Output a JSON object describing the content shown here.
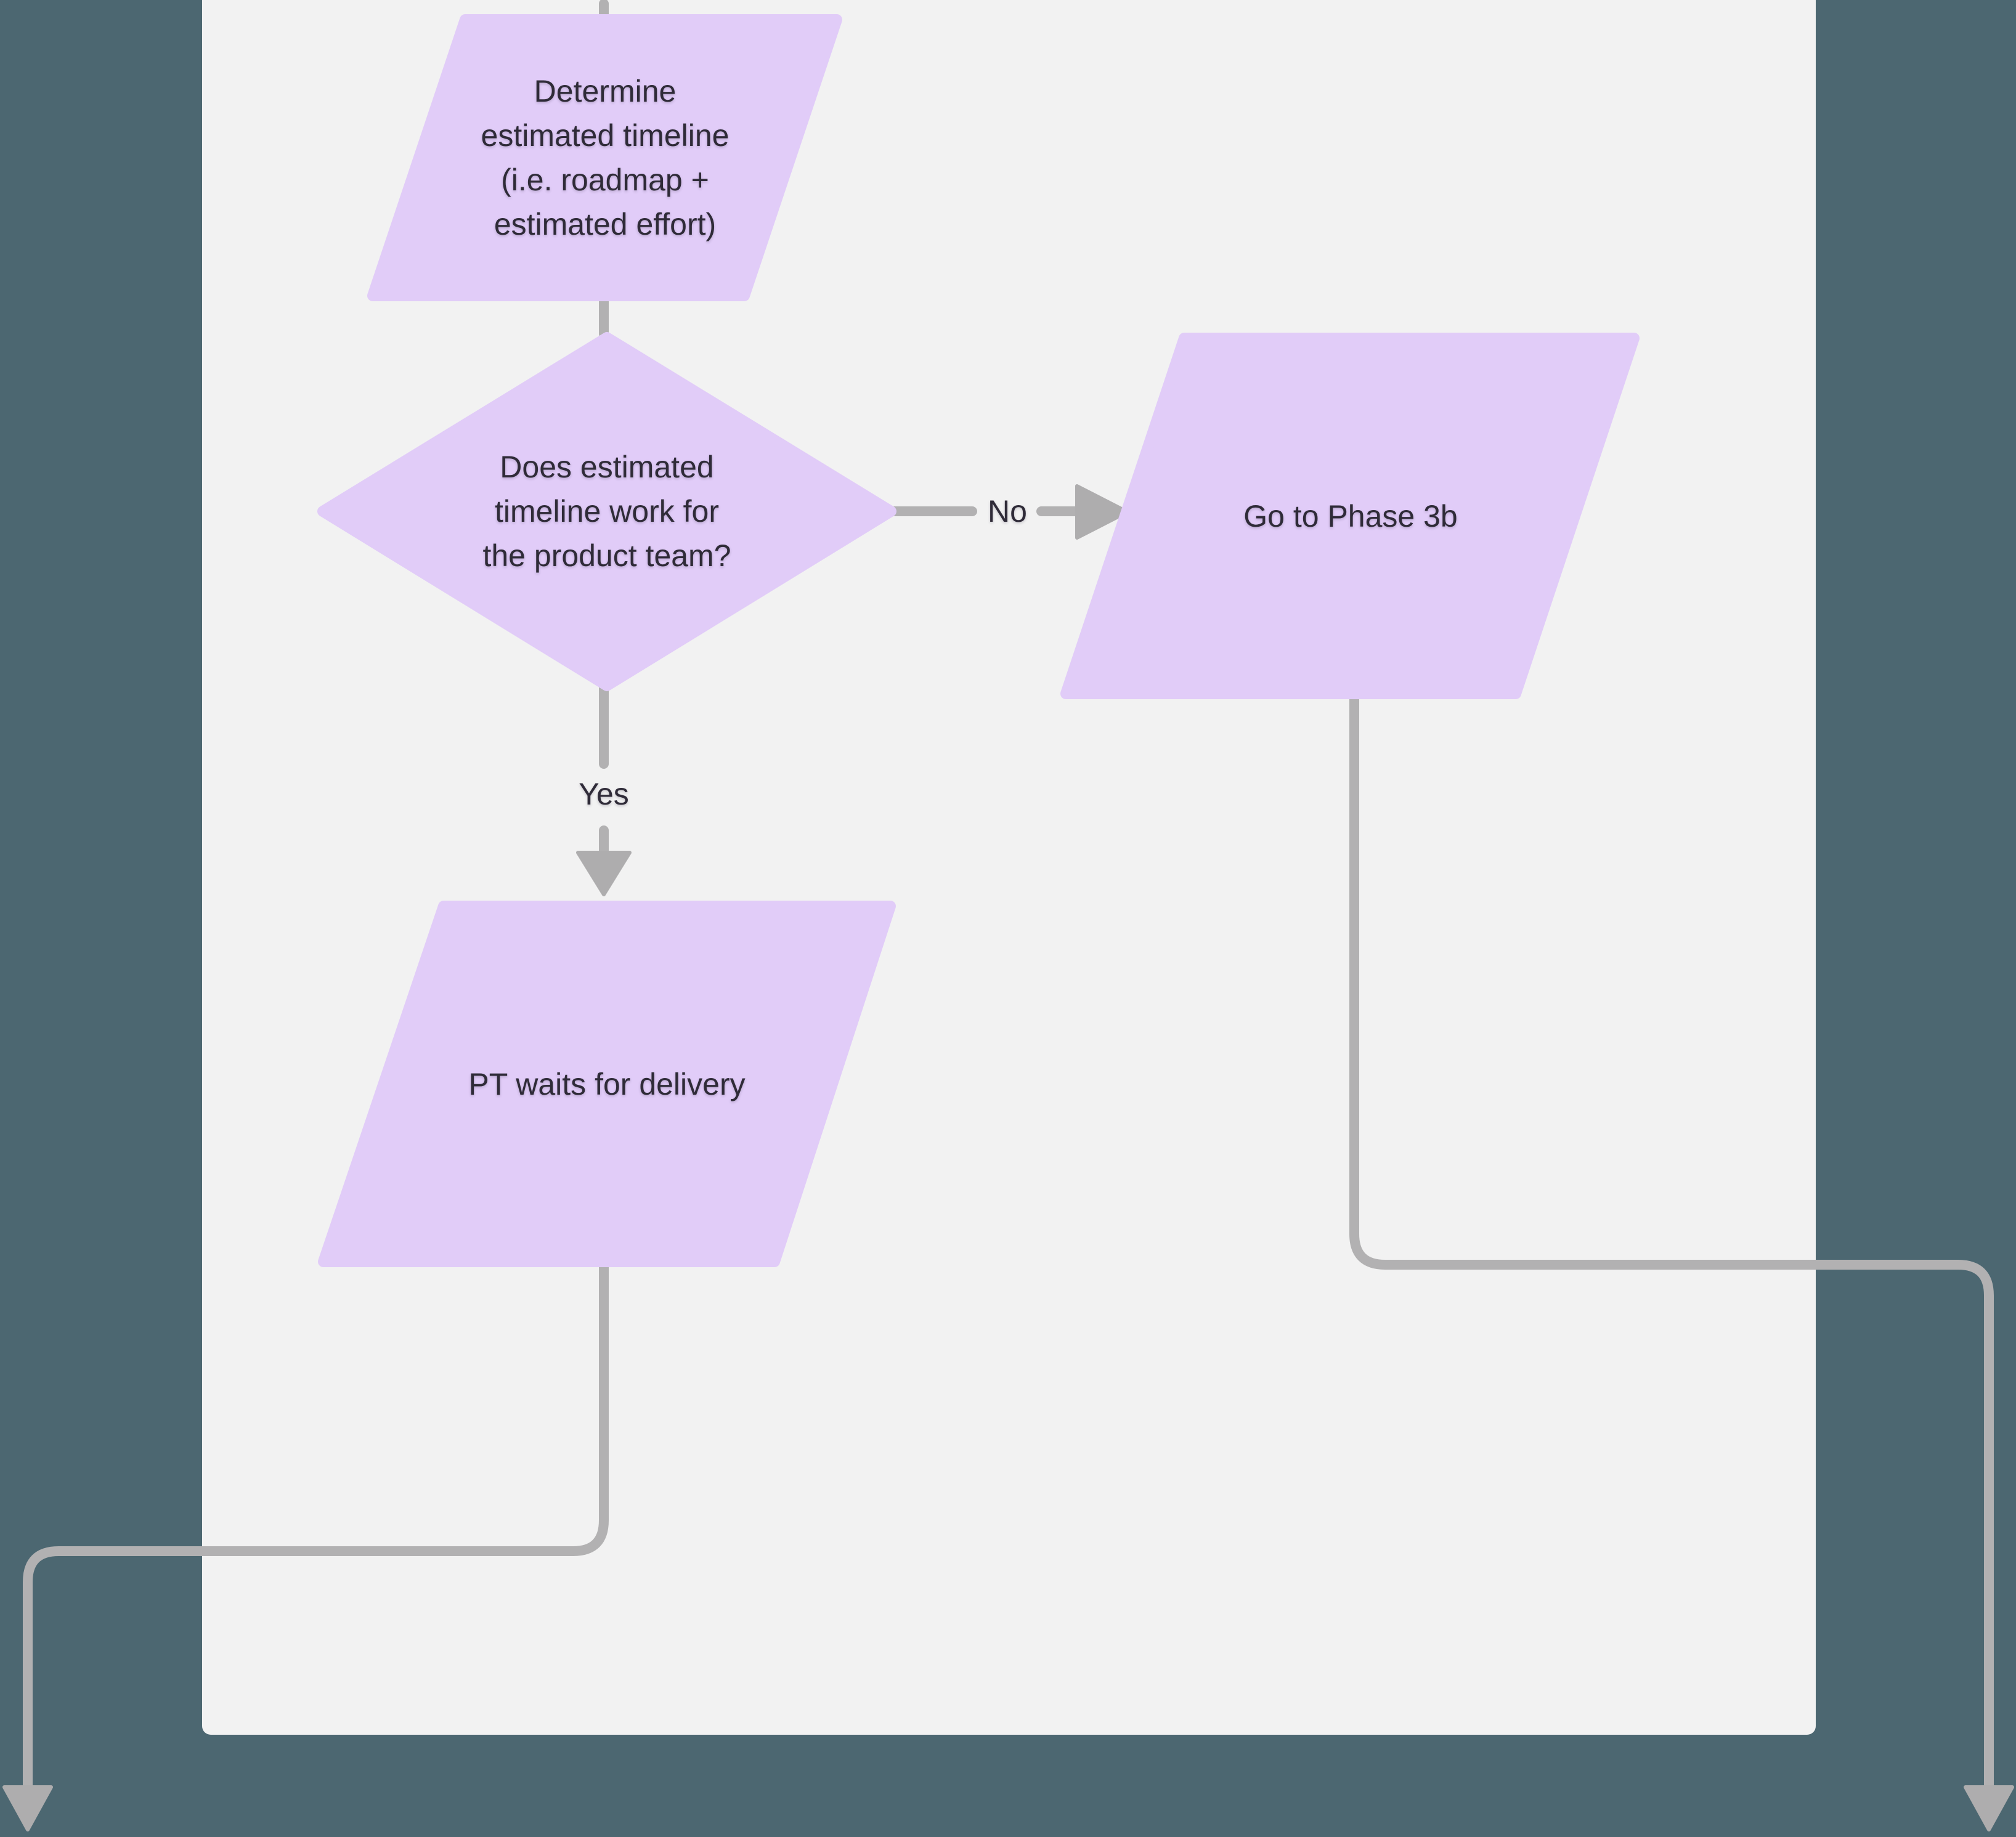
{
  "app": {
    "background_color": "#4c6771",
    "canvas_color": "#f2f2f2"
  },
  "palette": {
    "node_fill": "#e1ccf8",
    "connector_color": "#b2b1b2",
    "arrowhead_color": "#aeadae",
    "text_color": "#2f2b38"
  },
  "nodes": [
    {
      "id": "determine-timeline",
      "type": "parallelogram",
      "lines": [
        "Determine",
        "estimated timeline",
        "(i.e. roadmap +",
        "estimated effort)"
      ]
    },
    {
      "id": "timeline-works-decision",
      "type": "diamond",
      "lines": [
        "Does estimated",
        "timeline work for",
        "the product team?"
      ]
    },
    {
      "id": "go-to-phase-3b",
      "type": "parallelogram",
      "lines": [
        "Go to Phase 3b"
      ]
    },
    {
      "id": "pt-waits-for-delivery",
      "type": "parallelogram",
      "lines": [
        "PT waits for delivery"
      ]
    }
  ],
  "edge_labels": {
    "yes": "Yes",
    "no": "No"
  }
}
